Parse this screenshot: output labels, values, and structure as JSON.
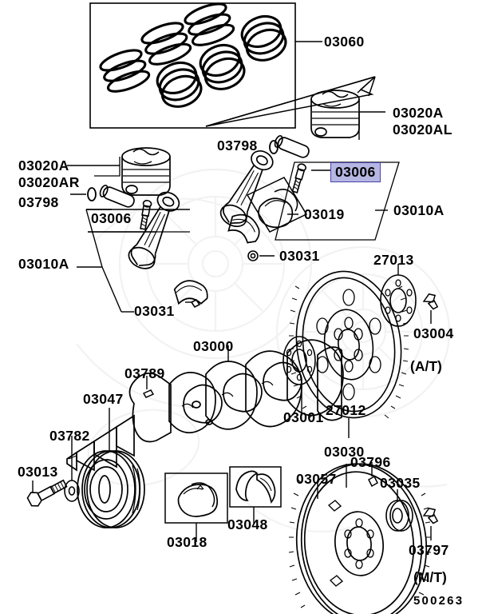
{
  "diagram": {
    "figure_code": "500263",
    "background_color": "#ffffff",
    "line_color": "#000000",
    "highlight": {
      "part_number": "03006",
      "fill_color": "#b6b6e2",
      "border_color": "#4a44ae"
    }
  },
  "labels": {
    "piston_rings": "03060",
    "piston_right_a": "03020A",
    "piston_right_al": "03020AL",
    "pin_right": "03798",
    "rod_bolt_right": "03006",
    "rod_bearing_right": "03019",
    "rod_assembly_right": "03010A",
    "rod_cap_nut_right": "03031",
    "piston_left_a": "03020A",
    "piston_left_ar": "03020AR",
    "pin_left": "03798",
    "rod_bolt_left": "03006",
    "rod_assembly_left": "03010A",
    "rod_cap_nut_left": "03031",
    "drive_plate_spacer": "27013",
    "drive_plate_bolt": "03004",
    "at_note": "(A/T)",
    "drive_plate": "27012",
    "crankshaft": "03000",
    "key": "03789",
    "crank_sprocket": "03001",
    "crank_pulley": "03047",
    "pulley_washer": "03782",
    "pulley_bolt": "03013",
    "main_bearing": "03018",
    "thrust_washer": "03048",
    "flywheel": "03057",
    "ring_gear": "03030",
    "dowel_pin": "03796",
    "pilot_bearing": "03035",
    "flywheel_bolt": "03797",
    "mt_note": "(M/T)"
  }
}
